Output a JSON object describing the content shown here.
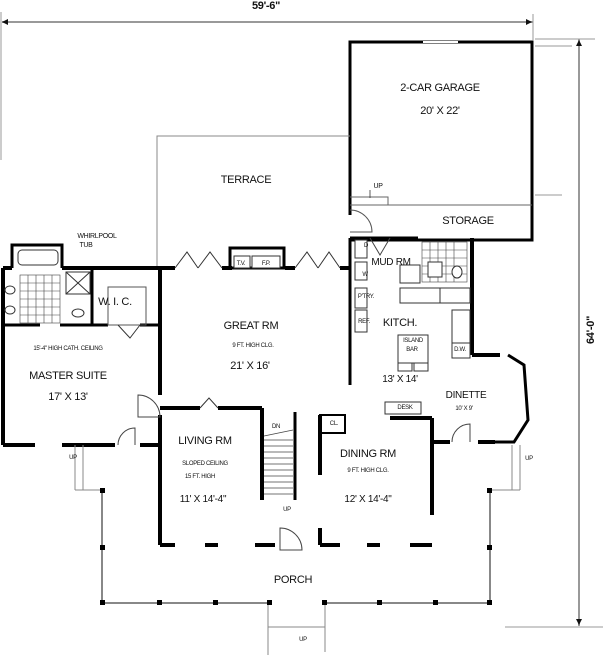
{
  "dimensions": {
    "width": "59'-6\"",
    "depth": "64'-0\""
  },
  "rooms": {
    "garage": {
      "name": "2-CAR GARAGE",
      "size": "20' X 22'"
    },
    "storage": {
      "name": "STORAGE"
    },
    "terrace": {
      "name": "TERRACE"
    },
    "great_room": {
      "name": "GREAT RM",
      "note": "9 FT. HIGH CLG.",
      "size": "21' X 16'"
    },
    "master_suite": {
      "name": "MASTER SUITE",
      "note": "15'-4\" HIGH CATH. CEILING",
      "size": "17' X 13'"
    },
    "wic": {
      "name": "W. I. C."
    },
    "kitchen": {
      "name": "KITCH.",
      "size": "13' X 14'"
    },
    "mud_room": {
      "name": "MUD RM"
    },
    "dinette": {
      "name": "DINETTE",
      "size": "10' X 9'"
    },
    "living_room": {
      "name": "LIVING RM",
      "note1": "SLOPED CEILING",
      "note2": "15 FT. HIGH",
      "size": "11' X 14'-4\""
    },
    "dining_room": {
      "name": "DINING RM",
      "note": "9 FT. HIGH CLG.",
      "size": "12' X 14'-4\""
    },
    "porch": {
      "name": "PORCH"
    }
  },
  "fixtures": {
    "whirlpool": "WHIRLPOOL",
    "tub": "TUB",
    "tv": "T.V.",
    "fp": "F.P.",
    "dryer": "D",
    "washer": "W",
    "pantry": "P'TRY.",
    "ref": "REF.",
    "island": "ISLAND",
    "bar": "BAR",
    "dw": "D.W.",
    "desk": "DESK",
    "closet": "CL.",
    "down": "DN",
    "up": "UP"
  },
  "colors": {
    "wall": "#000000",
    "thin_line": "#555555",
    "dim_line": "#999999",
    "background": "#ffffff"
  }
}
